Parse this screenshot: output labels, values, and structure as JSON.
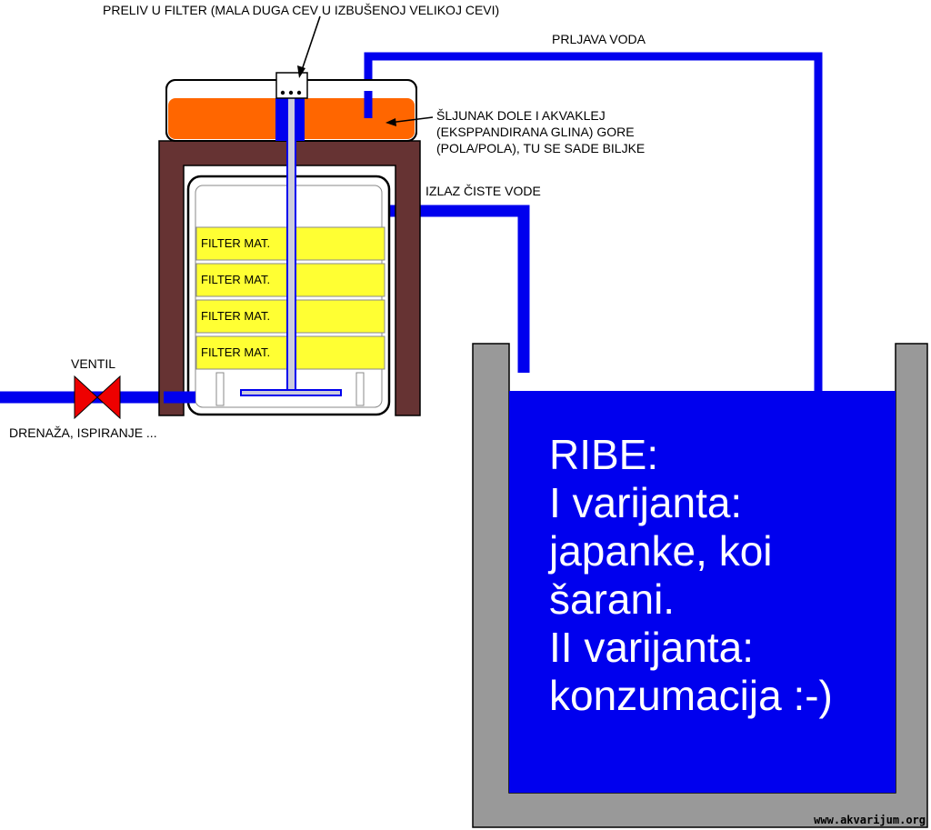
{
  "labels": {
    "overflow": "PRELIV U FILTER (MALA DUGA CEV U IZBUŠENOJ VELIKOJ CEVI)",
    "dirty_water": "PRLJAVA VODA",
    "gravel_line1": "ŠLJUNAK DOLE I AKVAKLEJ",
    "gravel_line2": "(EKSPPANDIRANA GLINA) GORE",
    "gravel_line3": "(POLA/POLA), TU SE SADE BILJKE",
    "clean_out": "IZLAZ ČISTE VODE",
    "valve": "VENTIL",
    "drain": "DRENAŽA, ISPIRANJE ..."
  },
  "filter_layers": [
    "FILTER MAT.",
    "FILTER MAT.",
    "FILTER MAT.",
    "FILTER MAT."
  ],
  "pond_text": [
    "RIBE:",
    "I varijanta:",
    "japanke, koi",
    "šarani.",
    "II varijanta:",
    "konzumacija :-)"
  ],
  "watermark": "www.akvarijum.org",
  "colors": {
    "pipe": "#0000ee",
    "water": "#0000ee",
    "gravel": "#ff6600",
    "filter_mat": "#ffff33",
    "stand": "#663333",
    "valve": "#ee0000",
    "pond_wall": "#999999"
  }
}
